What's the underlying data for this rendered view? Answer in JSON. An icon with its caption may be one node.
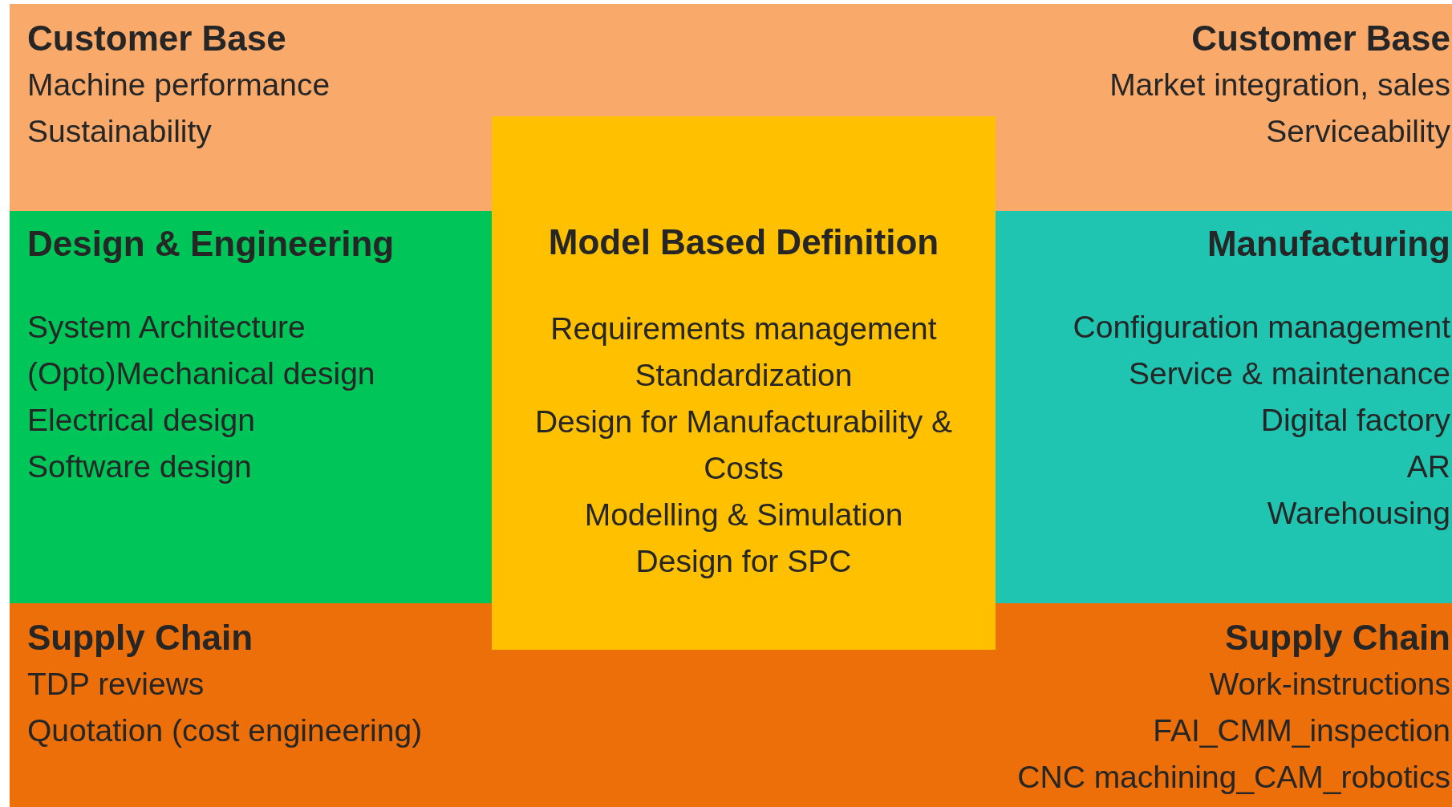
{
  "diagram": {
    "nodes": [
      {
        "text": [
          "Customer Base",
          "Machine performance",
          "Sustainability"
        ]
      },
      {
        "text": [
          "Customer Base",
          "Market integration, sales",
          "Serviceability"
        ]
      },
      {
        "text": [
          "Design & Engineering",
          "System Architecture",
          "(Opto)Mechanical design",
          "Electrical design",
          "Software design"
        ]
      },
      {
        "text": [
          "Model Based Definition",
          "Requirements management",
          "Standardization",
          "Design for Manufacturability & Costs",
          "Modelling & Simulation",
          "Design for SPC"
        ]
      },
      {
        "text": [
          "Manufacturing",
          "Configuration management",
          "Service & maintenance",
          "Digital factory",
          "AR",
          "Warehousing"
        ]
      },
      {
        "text": [
          "Supply Chain",
          "TDP reviews",
          "Quotation (cost engineering)"
        ]
      },
      {
        "text": [
          "Supply Chain",
          "Work-instructions",
          "FAI_CMM_inspection",
          "CNC machining_CAM_robotics"
        ]
      }
    ]
  }
}
